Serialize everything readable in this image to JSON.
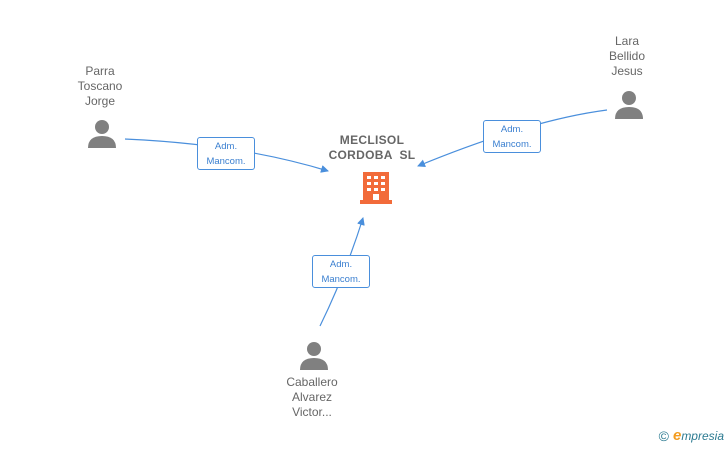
{
  "company": {
    "name_lines": [
      "MECLISOL",
      "CORDOBA  SL"
    ],
    "icon": "building-icon",
    "color": "#f26b3a"
  },
  "persons": [
    {
      "id": "parra",
      "name_lines": [
        "Parra",
        "Toscano",
        "Jorge"
      ],
      "icon": "person-icon"
    },
    {
      "id": "lara",
      "name_lines": [
        "Lara",
        "Bellido",
        "Jesus"
      ],
      "icon": "person-icon"
    },
    {
      "id": "caballero",
      "name_lines": [
        "Caballero",
        "Alvarez",
        "Victor..."
      ],
      "icon": "person-icon"
    }
  ],
  "relations": [
    {
      "from": "parra",
      "role_lines": [
        "Adm.",
        "Mancom."
      ]
    },
    {
      "from": "lara",
      "role_lines": [
        "Adm.",
        "Mancom."
      ]
    },
    {
      "from": "caballero",
      "role_lines": [
        "Adm.",
        "Mancom."
      ]
    }
  ],
  "colors": {
    "edge": "#4a8fdc",
    "person": "#808080",
    "label": "#666666"
  },
  "footer": {
    "copyright_symbol": "©",
    "brand_initial": "e",
    "brand_rest": "mpresia"
  }
}
